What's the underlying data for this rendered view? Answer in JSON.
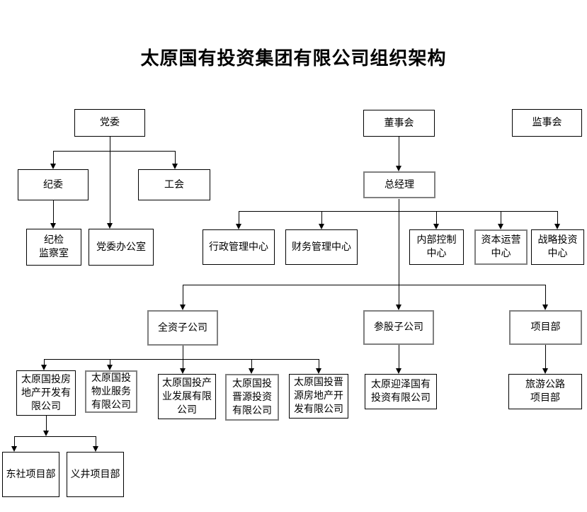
{
  "title": "太原国有投资集团有限公司组织架构",
  "colors": {
    "background": "#ffffff",
    "line": "#000000",
    "box_border": "#000000",
    "box_border_alt": "#808080",
    "text": "#000000"
  },
  "nodes": {
    "party_committee": "党委",
    "board_of_directors": "董事会",
    "supervisory_board": "监事会",
    "discipline_committee": "纪委",
    "labor_union": "工会",
    "general_manager": "总经理",
    "discipline_inspection_office": "纪检\n监察室",
    "party_committee_office": "党委办公室",
    "admin_center": "行政管理中心",
    "finance_center": "财务管理中心",
    "internal_control_center": "内部控制\n中心",
    "capital_operation_center": "资本运营\n中心",
    "strategic_investment_center": "战略投资\n中心",
    "wholly_owned_subsidiaries": "全资子公司",
    "equity_subsidiaries": "参股子公司",
    "project_department": "项目部",
    "real_estate_co": "太原国投房\n地产开发有\n限公司",
    "property_service_co": "太原国投\n物业服务\n有限公司",
    "industry_dev_co": "太原国投产\n业发展有限\n公司",
    "jinyuan_investment_co": "太原国投\n晋源投资\n有限公司",
    "jinyuan_real_estate_co": "太原国投晋\n源房地产开\n发有限公司",
    "yingze_investment_co": "太原迎泽国有\n投资有限公司",
    "tourism_highway_project": "旅游公路\n项目部",
    "dongshe_project": "东社项目部",
    "yijing_project": "义井项目部"
  }
}
